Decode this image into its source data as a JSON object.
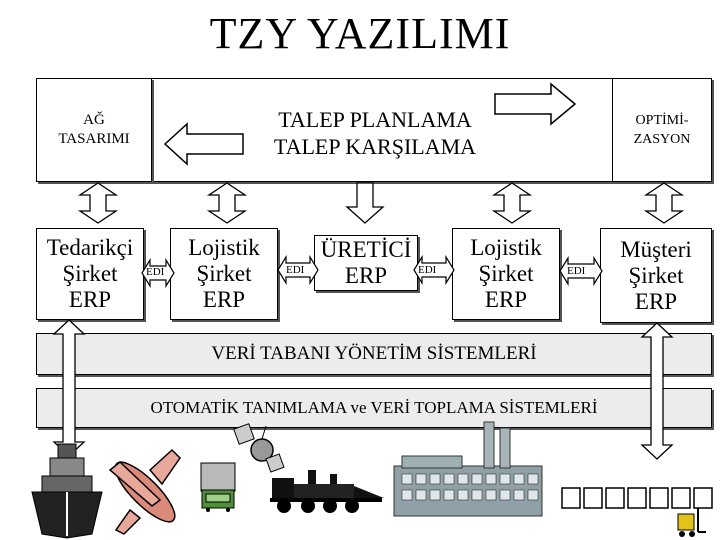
{
  "title": "TZY YAZILIMI",
  "top_row": {
    "left": "AĞ TASARIMI",
    "center_line1": "TALEP PLANLAMA",
    "center_line2": "TALEP KARŞILAMA",
    "right": "OPTİMİ-ZASYON"
  },
  "erp_boxes": [
    {
      "line1": "Tedarikçi",
      "line2": "Şirket",
      "line3": "ERP"
    },
    {
      "line1": "Lojistik",
      "line2": "Şirket",
      "line3": "ERP"
    },
    {
      "line1": "ÜRETİCİ",
      "line2": "ERP"
    },
    {
      "line1": "Lojistik",
      "line2": "Şirket",
      "line3": "ERP"
    },
    {
      "line1": "Müşteri",
      "line2": "Şirket",
      "line3": "ERP"
    }
  ],
  "edi_label": "EDI",
  "db_bar": "VERİ TABANI YÖNETİM SİSTEMLERİ",
  "auto_bar": "OTOMATİK TANIMLAMA ve VERİ TOPLAMA SİSTEMLERİ",
  "icons": [
    "ship-icon",
    "airplane-icon",
    "truck-icon",
    "satellite-icon",
    "train-icon",
    "factory-icon",
    "shelf-icon",
    "forklift-icon"
  ]
}
